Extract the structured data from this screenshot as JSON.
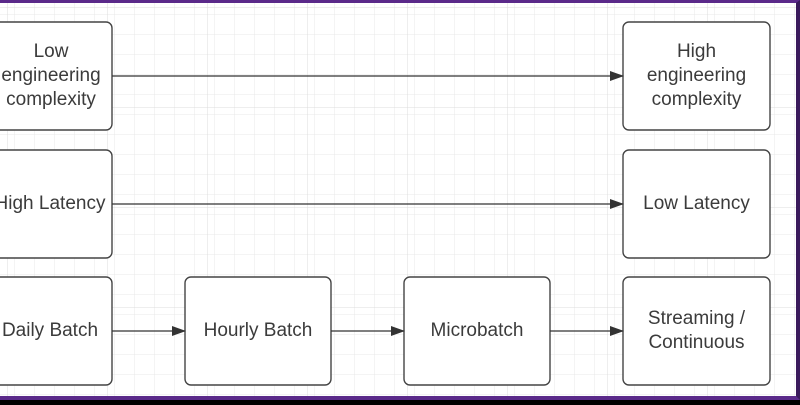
{
  "diagram": {
    "nodes": {
      "low_complexity": "Low\nengineering\ncomplexity",
      "high_complexity": "High\nengineering\ncomplexity",
      "high_latency": "High Latency",
      "low_latency": "Low Latency",
      "daily_batch": "Daily Batch",
      "hourly_batch": "Hourly Batch",
      "microbatch": "Microbatch",
      "streaming": "Streaming /\nContinuous"
    }
  },
  "colors": {
    "canvas_bg": "#ffffff",
    "grid_line": "#e6e6e6",
    "node_border": "#444444",
    "arrow": "#333333",
    "text": "#3b3b3b",
    "outer_frame": "#5b2a8a"
  }
}
